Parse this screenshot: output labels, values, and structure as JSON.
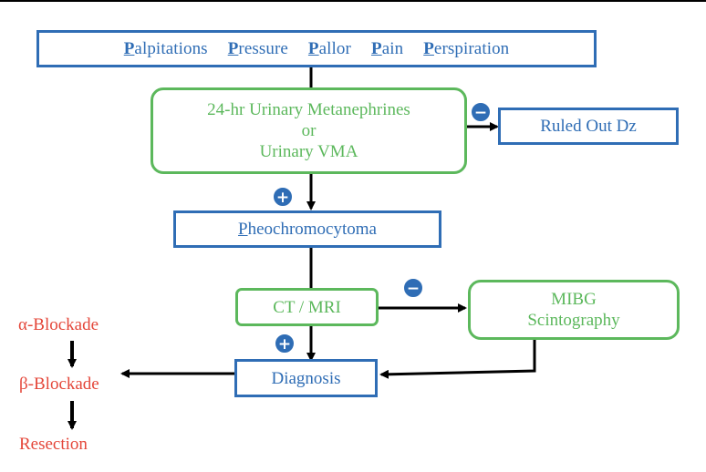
{
  "symptoms": [
    {
      "initial": "P",
      "rest": "alpitations"
    },
    {
      "initial": "P",
      "rest": "ressure"
    },
    {
      "initial": "P",
      "rest": "allor"
    },
    {
      "initial": "P",
      "rest": "ain"
    },
    {
      "initial": "P",
      "rest": "erspiration"
    }
  ],
  "urinary_test": {
    "line1": "24-hr Urinary Metanephrines",
    "line2": "or",
    "line3": "Urinary VMA"
  },
  "ruled_out": "Ruled Out Dz",
  "pheo": {
    "first": "P",
    "rest": "heochromocytoma"
  },
  "imaging": "CT / MRI",
  "mibg": {
    "line1": "MIBG",
    "line2": "Scintography"
  },
  "diagnosis": "Diagnosis",
  "signs": {
    "positive": "+",
    "negative": "−"
  },
  "treatment": [
    "α-Blockade",
    "β-Blockade",
    "Resection"
  ],
  "colors": {
    "blue": "#2f6db5",
    "green": "#5cb85c",
    "red": "#e4473a",
    "line": "#000000"
  }
}
